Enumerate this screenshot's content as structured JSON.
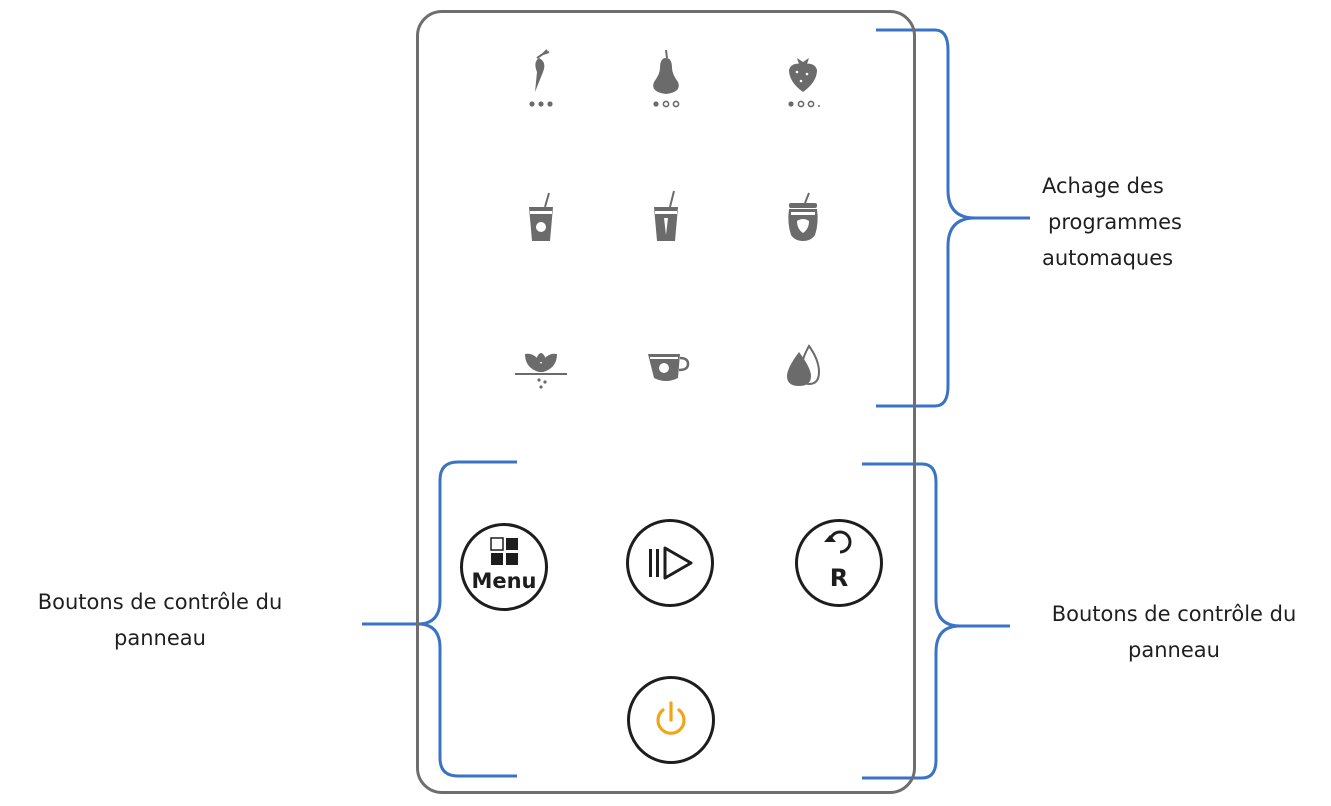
{
  "panel": {
    "program_icons": [
      {
        "name": "carrot-icon",
        "row": 1,
        "col": 1
      },
      {
        "name": "pear-icon",
        "row": 1,
        "col": 2
      },
      {
        "name": "strawberry-icon",
        "row": 1,
        "col": 3
      },
      {
        "name": "fruit-juice-glass-icon",
        "row": 2,
        "col": 1
      },
      {
        "name": "vegetable-juice-glass-icon",
        "row": 2,
        "col": 2
      },
      {
        "name": "fruit-jar-icon",
        "row": 2,
        "col": 3
      },
      {
        "name": "leafy-greens-icon",
        "row": 3,
        "col": 1
      },
      {
        "name": "cup-icon",
        "row": 3,
        "col": 2
      },
      {
        "name": "drops-icon",
        "row": 3,
        "col": 3
      }
    ],
    "buttons": {
      "menu_label": "Menu",
      "pause_play_icon": "pause-play-icon",
      "reset_label": "R",
      "reset_icon": "refresh-icon",
      "power_icon": "power-icon"
    }
  },
  "callouts": {
    "programs": [
      "Achage des",
      "programmes",
      "automaques"
    ],
    "left_controls": [
      "Boutons de contrôle du",
      "panneau"
    ],
    "right_controls": [
      "Boutons de contrôle du",
      "panneau"
    ]
  },
  "colors": {
    "icon_gray": "#6b6b6b",
    "panel_border": "#6e6e6e",
    "button_border": "#1d1d1d",
    "bracket_blue": "#3a73c4",
    "power_accent": "#f2a416"
  }
}
